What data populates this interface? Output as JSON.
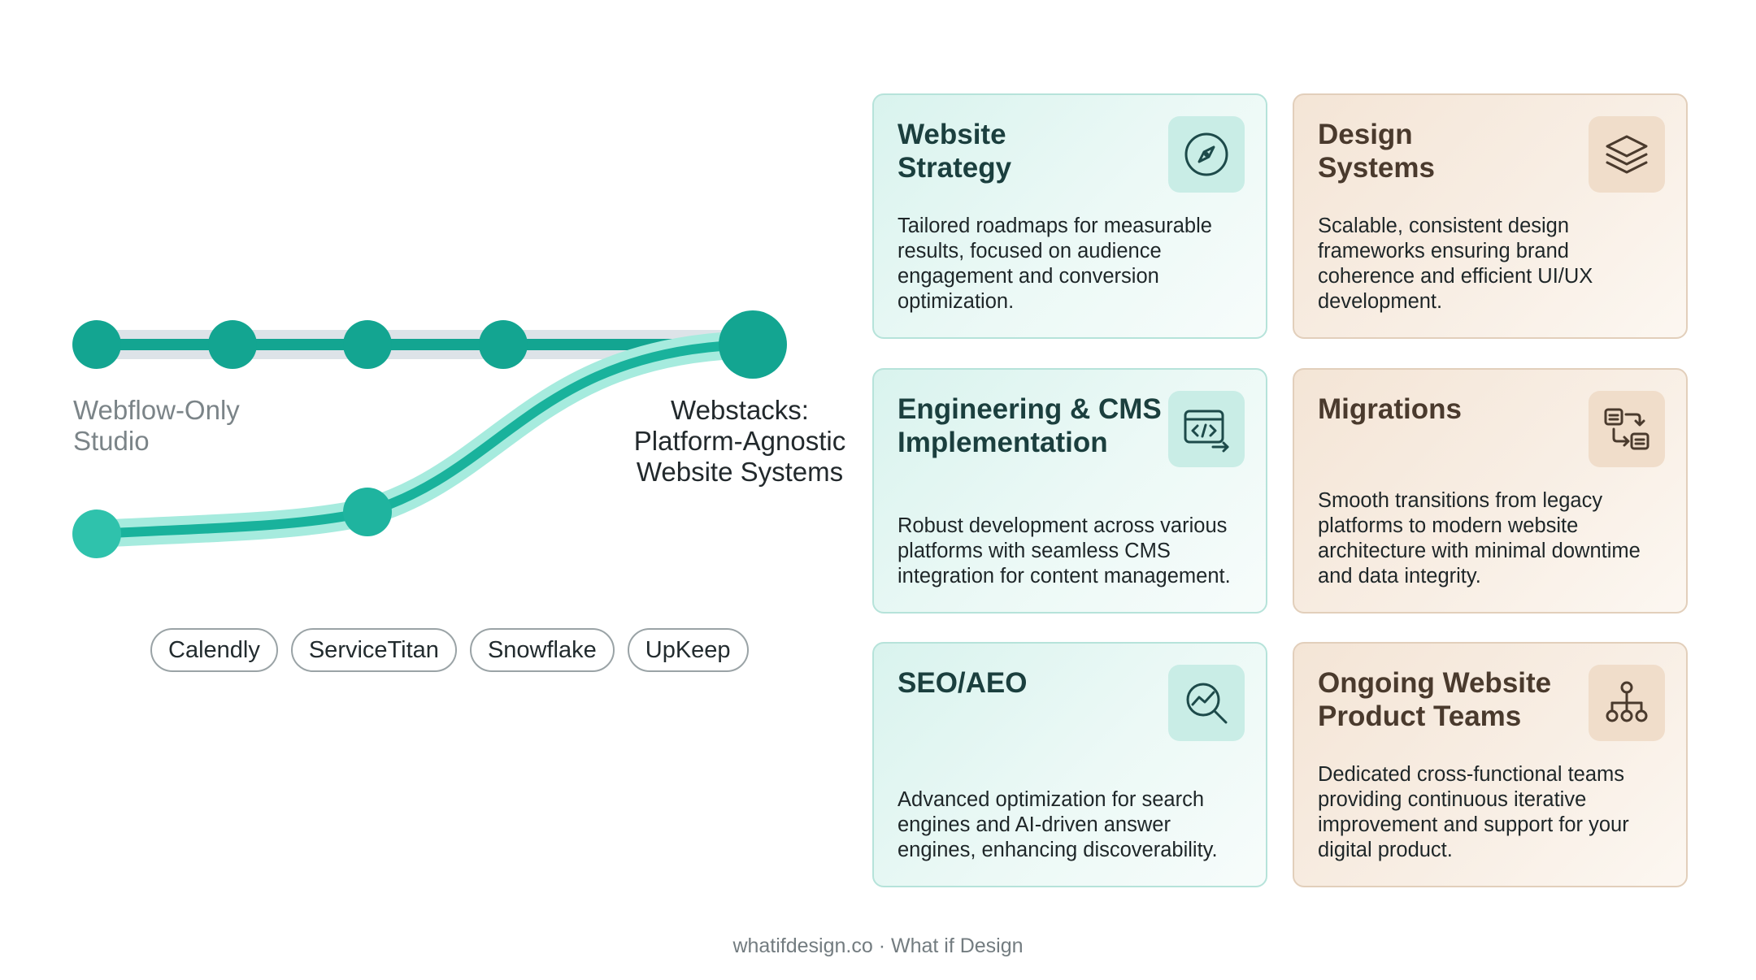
{
  "timeline": {
    "start_label_lines": [
      "Webflow-Only",
      "Studio"
    ],
    "end_label_lines": [
      "Webstacks:",
      "Platform-Agnostic",
      "Website Systems"
    ],
    "colors": {
      "primary": "#13a591",
      "light": "#7fe0cf",
      "rail": "#dde3e8"
    }
  },
  "clients": [
    "Calendly",
    "ServiceTitan",
    "Snowflake",
    "UpKeep"
  ],
  "services": [
    {
      "title_lines": [
        "Website",
        "Strategy"
      ],
      "description": "Tailored roadmaps for measurable results, focused on audience engagement and conversion optimization.",
      "icon": "compass-icon",
      "theme": "teal"
    },
    {
      "title_lines": [
        "Design",
        "Systems"
      ],
      "description": "Scalable, consistent design frameworks ensuring brand coherence and efficient UI/UX development.",
      "icon": "layers-icon",
      "theme": "peach"
    },
    {
      "title_lines": [
        "Engineering & CMS",
        "Implementation"
      ],
      "description": "Robust development across various platforms with seamless CMS integration for content management.",
      "icon": "code-window-icon",
      "theme": "teal"
    },
    {
      "title_lines": [
        "Migrations"
      ],
      "description": "Smooth transitions from legacy platforms to modern website architecture with minimal downtime and data integrity.",
      "icon": "migration-icon",
      "theme": "peach"
    },
    {
      "title_lines": [
        "SEO/AEO"
      ],
      "description": "Advanced optimization for search engines and AI-driven answer engines, enhancing discoverability.",
      "icon": "search-chart-icon",
      "theme": "teal"
    },
    {
      "title_lines": [
        "Ongoing Website",
        "Product Teams"
      ],
      "description": "Dedicated cross-functional teams providing continuous iterative improvement and support for your digital product.",
      "icon": "team-hierarchy-icon",
      "theme": "peach"
    }
  ],
  "footer": "whatifdesign.co · What if Design"
}
